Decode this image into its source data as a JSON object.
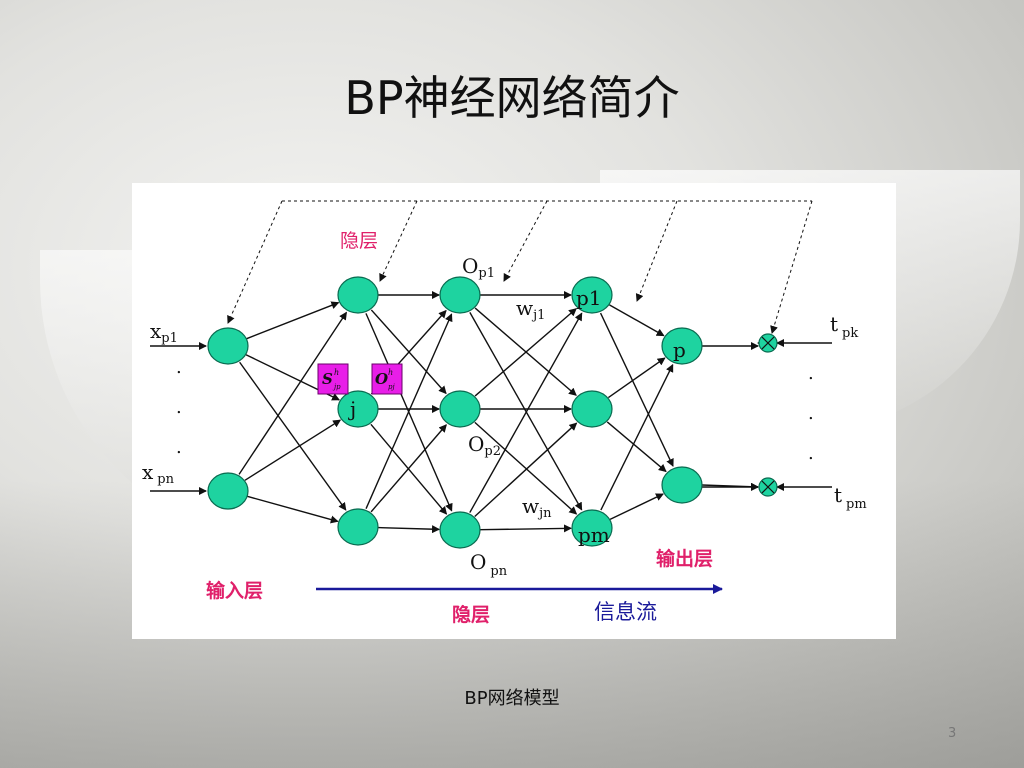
{
  "slide": {
    "title": "BP神经网络简介",
    "caption": "BP网络模型",
    "page_number": "3"
  },
  "diagram": {
    "labels": {
      "hidden_top": "隐层",
      "hidden_bottom": "隐层",
      "input_layer": "输入层",
      "output_layer": "输出层",
      "info_flow": "信息流",
      "x_p1_base": "x",
      "x_p1_sub": "p1",
      "x_pn_base": "x",
      "x_pn_sub": "pn",
      "t_pk_base": "t",
      "t_pk_sub": "pk",
      "t_pm_base": "t",
      "t_pm_sub": "pm",
      "o_p1_base": "O",
      "o_p1_sub": "p1",
      "o_p2_base": "O",
      "o_p2_sub": "p2",
      "o_pn_base": "O",
      "o_pn_sub": "pn",
      "w_j1_base": "w",
      "w_j1_sub": "j1",
      "w_jn_base": "w",
      "w_jn_sub": "jn",
      "node_j": "j",
      "node_p1": "p1",
      "node_p": "p",
      "node_pm": "pm",
      "box_s_base": "S",
      "box_s_sup": "h",
      "box_s_sub": "jp",
      "box_o_base": "O",
      "box_o_sup": "h",
      "box_o_sub": "pj",
      "dot": "."
    },
    "colors": {
      "node_fill": "#1ed3a0",
      "node_stroke": "#0a6b50",
      "label_red": "#e0206a",
      "arrow_blue": "#1a1a9a",
      "text_blue": "#1a1a9a",
      "box_fill": "#e81ee8"
    }
  }
}
